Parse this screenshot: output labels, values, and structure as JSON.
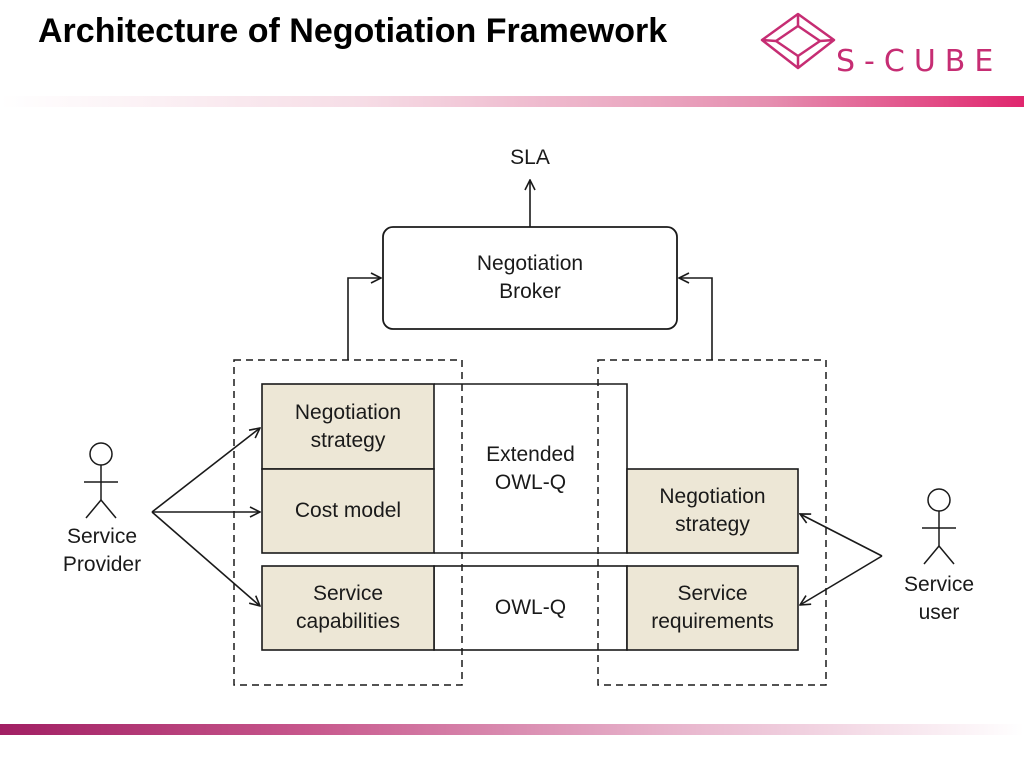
{
  "slide": {
    "title": "Architecture of Negotiation Framework"
  },
  "logo": {
    "text": "S-CUBE",
    "color": "#c62d73"
  },
  "diagram": {
    "output": "SLA",
    "broker": {
      "line1": "Negotiation",
      "line2": "Broker"
    },
    "provider_side": {
      "negotiation_strategy": {
        "line1": "Negotiation",
        "line2": "strategy"
      },
      "cost_model": "Cost model",
      "service_capabilities": {
        "line1": "Service",
        "line2": "capabilities"
      }
    },
    "middle": {
      "extended_owlq": {
        "line1": "Extended",
        "line2": "OWL-Q"
      },
      "owlq": "OWL-Q"
    },
    "user_side": {
      "negotiation_strategy": {
        "line1": "Negotiation",
        "line2": "strategy"
      },
      "service_requirements": {
        "line1": "Service",
        "line2": "requirements"
      }
    },
    "actors": {
      "provider": {
        "line1": "Service",
        "line2": "Provider"
      },
      "user": {
        "line1": "Service",
        "line2": "user"
      }
    },
    "colors": {
      "box_fill": "#ede7d6",
      "line": "#1a1a1a"
    }
  }
}
